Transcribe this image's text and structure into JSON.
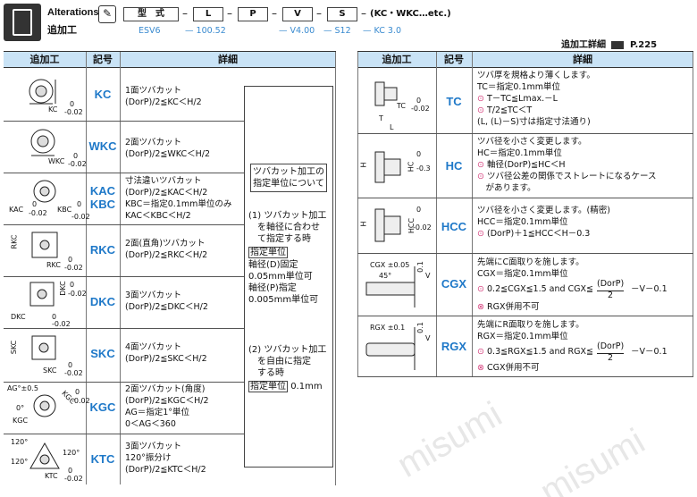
{
  "header": {
    "title_en": "Alterations",
    "title_jp": "追加工",
    "code_labels": [
      "型　式",
      "L",
      "P",
      "V",
      "S"
    ],
    "code_tail": "(KC・WKC…etc.)",
    "examples": [
      "ESV6",
      "— 100.52",
      "— V4.00",
      "— S12",
      "— KC 3.0"
    ],
    "detail_ref_label": "追加工詳細",
    "detail_ref_page": "P.225"
  },
  "left_table": {
    "headers": [
      "追加工",
      "記号",
      "詳細"
    ],
    "rows": [
      {
        "code": "KC",
        "drawing_labels": [
          "KC",
          "0",
          "-0.02"
        ],
        "lines": [
          "1面ツバカット",
          "(DorP)/2≦KC＜H/2"
        ]
      },
      {
        "code": "WKC",
        "drawing_labels": [
          "WKC",
          "0",
          "-0.02"
        ],
        "lines": [
          "2面ツバカット",
          "(DorP)/2≦WKC＜H/2"
        ]
      },
      {
        "code": "KAC\nKBC",
        "code1": "KAC",
        "code2": "KBC",
        "drawing_labels": [
          "KAC",
          "0",
          "-0.02",
          "KBC",
          "0",
          "-0.02"
        ],
        "lines": [
          "寸法違いツバカット",
          "(DorP)/2≦KAC＜H/2",
          "KBC＝指定0.1mm単位のみ",
          "KAC＜KBC＜H/2"
        ]
      },
      {
        "code": "RKC",
        "drawing_labels": [
          "RKC",
          "RKC",
          "0",
          "-0.02"
        ],
        "lines": [
          "2面(直角)ツバカット",
          "(DorP)/2≦RKC＜H/2"
        ]
      },
      {
        "code": "DKC",
        "drawing_labels": [
          "DKC",
          "DKC",
          "0",
          "-0.02",
          "0",
          "-0.02"
        ],
        "lines": [
          "3面ツバカット",
          "(DorP)/2≦DKC＜H/2"
        ]
      },
      {
        "code": "SKC",
        "drawing_labels": [
          "SKC",
          "SKC",
          "0",
          "-0.02"
        ],
        "lines": [
          "4面ツバカット",
          "(DorP)/2≦SKC＜H/2"
        ]
      },
      {
        "code": "KGC",
        "drawing_labels": [
          "AG°±0.5",
          "0°",
          "KGC",
          "KGC",
          "0",
          "-0.02"
        ],
        "lines": [
          "2面ツバカット(角度)",
          "(DorP)/2≦KGC＜H/2",
          "AG＝指定1°単位",
          "0＜AG＜360"
        ]
      },
      {
        "code": "KTC",
        "drawing_labels": [
          "120°",
          "120°",
          "120°",
          "KTC",
          "0",
          "-0.02"
        ],
        "lines": [
          "3面ツバカット",
          "120°振分け",
          "(DorP)/2≦KTC＜H/2"
        ]
      }
    ],
    "note": {
      "title": [
        "ツバカット加工の",
        "指定単位について"
      ],
      "part1": [
        "(1) ツバカット加工",
        "　を軸径に合わせ",
        "　て指定する時"
      ],
      "unit_label": "指定単位",
      "part1_details": [
        "軸径(D)固定",
        "0.05mm単位可",
        "軸径(P)指定",
        "0.005mm単位可"
      ],
      "part2": [
        "(2) ツバカット加工",
        "　を自由に指定",
        "　する時"
      ],
      "part2_unit_value": "0.1mm"
    }
  },
  "right_table": {
    "headers": [
      "追加工",
      "記号",
      "詳細"
    ],
    "rows": [
      {
        "code": "TC",
        "drawing_labels": [
          "TC",
          "0",
          "-0.02",
          "T",
          "L"
        ],
        "lines": [
          "ツバ厚を規格より薄くします。",
          "TC＝指定0.1mm単位",
          "T－TC≦Lmax.－L",
          "T/2≦TC＜T",
          "(L, (L)－S)寸は指定寸法通り)"
        ],
        "marked": [
          2,
          3
        ]
      },
      {
        "code": "HC",
        "drawing_labels": [
          "H",
          "HC",
          "0",
          "-0.3"
        ],
        "lines": [
          "ツバ径を小さく変更します。",
          "HC＝指定0.1mm単位",
          "軸径(DorP)≦HC＜H",
          "ツバ径公差の関係でストレートになるケース",
          "　があります。"
        ],
        "marked": [
          2,
          3
        ]
      },
      {
        "code": "HCC",
        "drawing_labels": [
          "H",
          "HCC",
          "0",
          "-0.02"
        ],
        "lines": [
          "ツバ径を小さく変更します。(精密)",
          "HCC＝指定0.1mm単位",
          "(DorP)＋1≦HCC＜H－0.3"
        ],
        "marked": [
          2
        ]
      },
      {
        "code": "CGX",
        "drawing_labels": [
          "CGX ±0.05",
          "45°",
          "0.1",
          "V"
        ],
        "lines": [
          "先端にC面取りを施します。",
          "CGX＝指定0.1mm単位",
          "0.2≦CGX≦1.5 and CGX≦",
          "(DorP)",
          "2",
          "－V－0.1",
          "RGX併用不可"
        ],
        "marked": [
          2
        ]
      },
      {
        "code": "RGX",
        "drawing_labels": [
          "RGX ±0.1",
          "0.1",
          "V"
        ],
        "lines": [
          "先端にR面取りを施します。",
          "RGX＝指定0.1mm単位",
          "0.3≦RGX≦1.5 and RGX≦",
          "(DorP)",
          "2",
          "－V－0.1",
          "CGX併用不可"
        ],
        "marked": [
          2
        ]
      }
    ]
  },
  "watermark": "misumi",
  "colors": {
    "header_bg": "#c9e3f6",
    "code_color": "#1e78c8",
    "example_color": "#3a8bd0",
    "marker": "#d43c7a"
  }
}
